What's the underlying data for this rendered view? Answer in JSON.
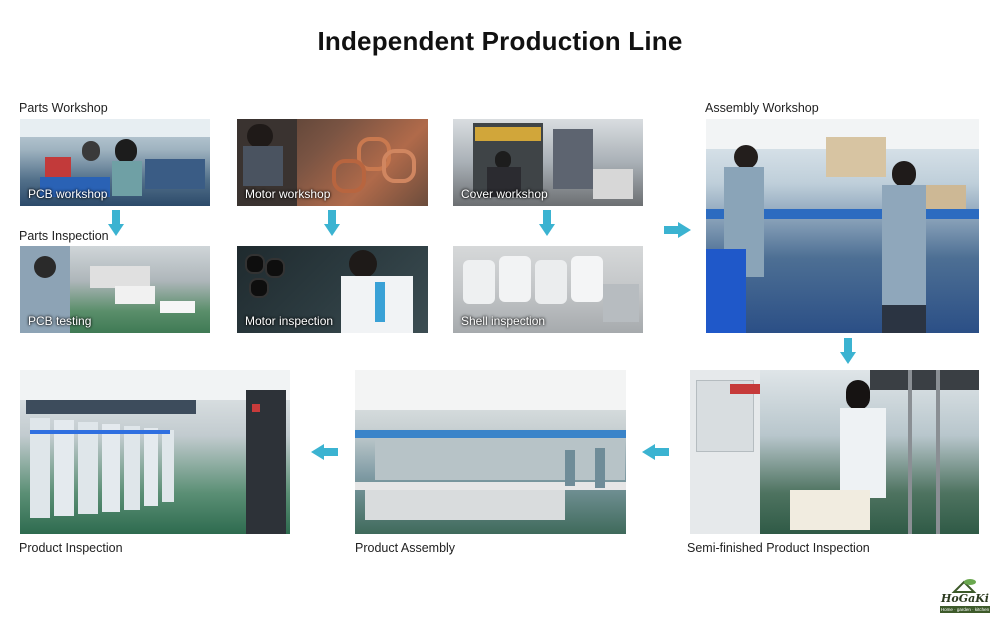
{
  "title": "Independent Production Line",
  "labels": {
    "parts_workshop": "Parts Workshop",
    "parts_inspection": "Parts Inspection",
    "assembly_workshop": "Assembly Workshop",
    "semi_finished": "Semi-finished Product Inspection",
    "product_assembly": "Product Assembly",
    "product_inspection": "Product Inspection"
  },
  "captions": {
    "pcb_workshop": "PCB workshop",
    "motor_workshop": "Motor workshop",
    "cover_workshop": "Cover workshop",
    "pcb_testing": "PCB testing",
    "motor_inspection": "Motor inspection",
    "shell_inspection": "Shell inspection"
  },
  "logo": {
    "name": "HoGaKi",
    "tagline": "Home · garden · kitchen"
  },
  "colors": {
    "arrow": "#3bb3d1"
  }
}
